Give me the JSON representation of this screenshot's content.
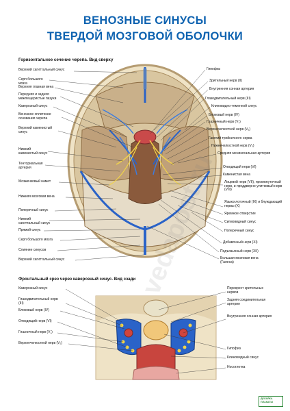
{
  "title": {
    "line1": "ВЕНОЗНЫЕ СИНУСЫ",
    "line2": "ТВЕРДОЙ МОЗГОВОЙ ОБОЛОЧКИ"
  },
  "top_section": {
    "caption": "Горизонтальное сечение черепа. Вид сверху",
    "left_labels": [
      "Верхний сагиттальный синус",
      "Серп большого мозга",
      "Верхняя глазная вена",
      "Передняя и задняя межпещеристые пазухи",
      "Каверозный синус",
      "Венозное сплетение основания черепа",
      "Верхний каменистый синус",
      "Нижний каменистый синус",
      "Тенториальная артерия",
      "Мозжечковый намет",
      "Нижняя мозговая вена",
      "Поперечный синус",
      "Нижний сагиттальный синус",
      "Прямой синус",
      "Серп большого мозга",
      "Слияние синусов",
      "Верхний сагиттальный синус"
    ],
    "right_labels": [
      "Гипофиз",
      "Зрительный нерв (II)",
      "Внутренняя сонная артерия",
      "Глазодвигательный нерв (III)",
      "Клиновидно-теменной синус",
      "Блоковый нерв (IV)",
      "Глазничный нерв (V₁)",
      "Верхнечелюстной нерв (V₂)",
      "Ганглий тройничного нерва",
      "Нижнечелюстной нерв (V₃)",
      "Средняя менингеальная артерия",
      "Отводящий нерв (VI)",
      "Каменистая вена",
      "Лицевой нерв (VII), промежуточный нерв, и преддверно-улитковый нерв (VIII)",
      "Языкоглоточный (IX) и блуждающий нервы (X)",
      "Яремное отверстие",
      "Сигмовидный синус",
      "Поперечный синус",
      "Добавочный нерв (XI)",
      "Подъязычный нерв (XII)",
      "Большая мозговая вена (Галена)"
    ]
  },
  "bottom_section": {
    "caption": "Фронтальный срез через каверозный синус. Вид сзади",
    "left_labels": [
      "Каверозный синус",
      "Глазодвигательный нерв (III)",
      "Блоковый нерв (IV)",
      "Отводящий нерв (VI)",
      "Глазничный нерв (V₁)",
      "Верхнечелюстной нерв (V₂)"
    ],
    "right_labels": [
      "Перекрест зрительных нервов",
      "Задняя соединительная артерия",
      "Внутренняя сонная артерия",
      "Гипофиз",
      "Клиновидный синус",
      "Носоглотка"
    ]
  },
  "watermark": "vedapost.ru",
  "logo": {
    "line1": "ДЕЛАЙКА",
    "line2": "ПЛАКАТЫ"
  },
  "colors": {
    "title": "#0d62b0",
    "vein": "#2a63c8",
    "bone": "#e7d9b9",
    "brain": "#8a5a3c"
  }
}
